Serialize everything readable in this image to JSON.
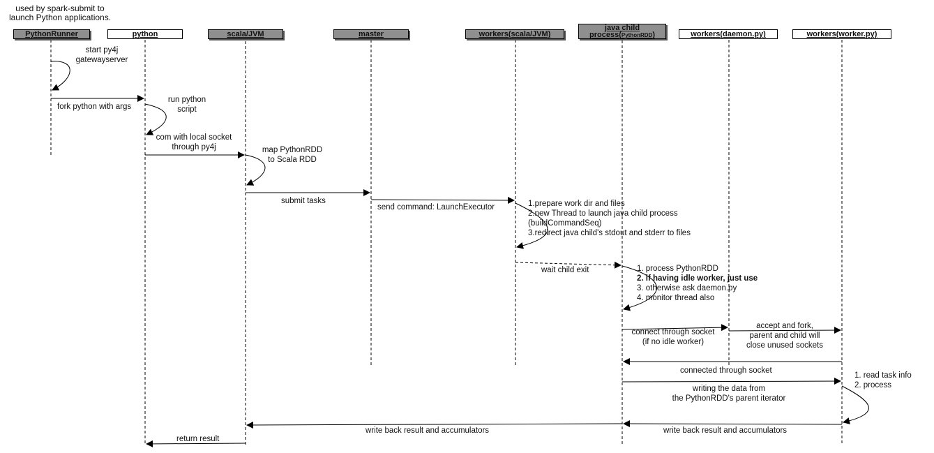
{
  "note_top": [
    "used by spark-submit to",
    "launch Python applications."
  ],
  "actors": [
    {
      "id": "pythonrunner",
      "label": "PythonRunner",
      "style": "gray"
    },
    {
      "id": "python",
      "label": "python",
      "style": "white"
    },
    {
      "id": "scala",
      "label": "scala/JVM",
      "style": "gray"
    },
    {
      "id": "master",
      "label": "master",
      "style": "gray"
    },
    {
      "id": "workers_scala",
      "label": "workers(scala/JVM)",
      "style": "gray"
    },
    {
      "id": "java_child",
      "label_main": "java child",
      "label_line2": "process(",
      "label_small": "PythonRDD",
      "label_end": ")",
      "style": "gray"
    },
    {
      "id": "daemon",
      "label": "workers(daemon.py)",
      "style": "white"
    },
    {
      "id": "worker",
      "label": "workers(worker.py)",
      "style": "white"
    }
  ],
  "messages": {
    "start_py4j": [
      "start py4j",
      "gatewayserver"
    ],
    "fork_python": "fork python with args",
    "run_python": [
      "run python",
      "script"
    ],
    "com_local_socket": [
      "com with local socket",
      "through py4j"
    ],
    "map_pythonrdd": [
      "map PythonRDD",
      "to Scala RDD"
    ],
    "submit_tasks": "submit tasks",
    "send_command": "send command: LaunchExecutor",
    "worker_steps": [
      "1.prepare work dir and files",
      "2.new Thread to launch java child process",
      "(buildCommandSeq)",
      "3.redirect java child's stdout and stderr to files"
    ],
    "wait_child_exit": "wait child exit",
    "child_steps": [
      {
        "text": "1. process PythonRDD",
        "bold": false
      },
      {
        "text": "2. if having idle worker, just use",
        "bold": true
      },
      {
        "text": "3. otherwise ask daemon.py",
        "bold": false
      },
      {
        "text": "4. monitor thread also",
        "bold": false
      }
    ],
    "connect_socket": [
      "connect through socket",
      "(if no idle worker)"
    ],
    "accept_fork": [
      "accept and fork,",
      "parent and child will",
      "close unused sockets"
    ],
    "connected_socket": "connected through socket",
    "read_task": [
      "1. read task info",
      "2. process"
    ],
    "writing_data": [
      "writing the data from",
      "the PythonRDD's parent iterator"
    ],
    "write_back_left": "write back result and accumulators",
    "write_back_right": "write back result and accumulators",
    "return_result": "return result"
  }
}
